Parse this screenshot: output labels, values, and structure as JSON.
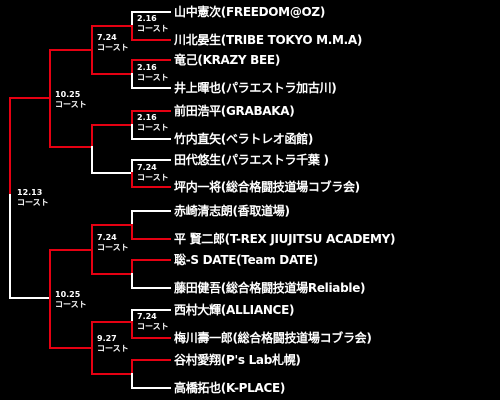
{
  "players": [
    "山中憲次(FREEDOM@OZ)",
    "川北晏生(TRIBE TOKYO M.M.A)",
    "竜己(KRAZY BEE)",
    "井上暉也(パラエストラ加古川)",
    "前田浩平(GRABAKA)",
    "竹内直矢(ベラトレオ函館)",
    "田代悠生(パラエストラ千葉 )",
    "坪内一将(総合格闘技道場コブラ会)",
    "赤崎清志朗(香取道場)",
    "平 賢二郎(T-REX JIUJITSU ACADEMY)",
    "聡-S DATE(Team DATE)",
    "藤田健吾(総合格闘技道場Reliable)",
    "西村大輝(ALLIANCE)",
    "梅川壽一郎(総合格闘技道場コブラ会)",
    "谷村愛翔(P's Lab札幌)",
    "高橋拓也(K-PLACE)"
  ],
  "matches": {
    "r1a": {
      "date": "2.16",
      "label": "コースト"
    },
    "r1b": {
      "date": "2.16",
      "label": "コースト"
    },
    "r1c": {
      "date": "2.16",
      "label": "コースト"
    },
    "r1d": {
      "date": "7.24",
      "label": "コースト"
    },
    "r1e": {
      "date": "7.24",
      "label": "コースト"
    },
    "r2a": {
      "date": "7.24",
      "label": "コースト"
    },
    "r2c": {
      "date": "7.24",
      "label": "コースト"
    },
    "r2d": {
      "date": "9.27",
      "label": "コースト"
    },
    "r3a": {
      "date": "10.25",
      "label": "コースト"
    },
    "r3b": {
      "date": "10.25",
      "label": "コースト"
    },
    "final": {
      "date": "12.13",
      "label": "コースト"
    }
  },
  "colors": {
    "background": "#000000",
    "line_active": "#e60012",
    "line_inactive": "#ffffff",
    "text": "#ffffff"
  }
}
